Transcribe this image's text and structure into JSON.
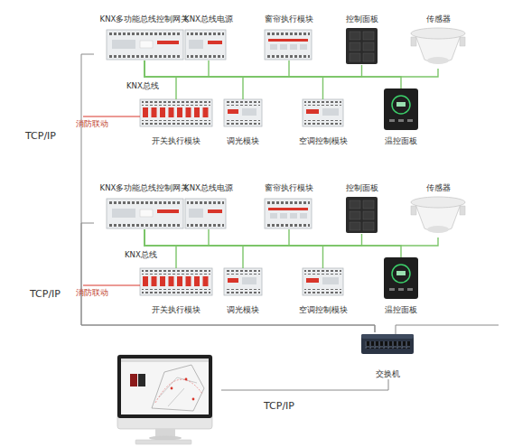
{
  "diagram": {
    "nodes": [
      {
        "text": [
          "KNX多功能总线控制网关"
        ]
      },
      {
        "text": [
          "KNX总线电源"
        ]
      },
      {
        "text": [
          "窗帘执行模块"
        ]
      },
      {
        "text": [
          "控制面板"
        ]
      },
      {
        "text": [
          "传感器"
        ]
      },
      {
        "text": [
          "开关执行模块"
        ]
      },
      {
        "text": [
          "调光模块"
        ]
      },
      {
        "text": [
          "空调控制模块"
        ]
      },
      {
        "text": [
          "温控面板"
        ]
      },
      {
        "text": [
          "KNX多功能总线控制网关"
        ]
      },
      {
        "text": [
          "KNX总线电源"
        ]
      },
      {
        "text": [
          "窗帘执行模块"
        ]
      },
      {
        "text": [
          "控制面板"
        ]
      },
      {
        "text": [
          "传感器"
        ]
      },
      {
        "text": [
          "开关执行模块"
        ]
      },
      {
        "text": [
          "调光模块"
        ]
      },
      {
        "text": [
          "空调控制模块"
        ]
      },
      {
        "text": [
          "温控面板"
        ]
      },
      {
        "text": [
          "交换机"
        ]
      }
    ],
    "edges": [
      {
        "from": 0,
        "to": 1,
        "arrow": "none"
      },
      {
        "from": 0,
        "to": 2,
        "arrow": "none"
      },
      {
        "from": 0,
        "to": 3,
        "arrow": "none"
      },
      {
        "from": 0,
        "to": 4,
        "arrow": "none"
      },
      {
        "from": 0,
        "to": 5,
        "arrow": "none"
      },
      {
        "from": 0,
        "to": 6,
        "arrow": "none"
      },
      {
        "from": 0,
        "to": 7,
        "arrow": "none"
      },
      {
        "from": 0,
        "to": 8,
        "arrow": "none"
      },
      {
        "from": 9,
        "to": 10,
        "arrow": "none"
      },
      {
        "from": 9,
        "to": 11,
        "arrow": "none"
      },
      {
        "from": 9,
        "to": 12,
        "arrow": "none"
      },
      {
        "from": 9,
        "to": 13,
        "arrow": "none"
      },
      {
        "from": 9,
        "to": 14,
        "arrow": "none"
      },
      {
        "from": 9,
        "to": 15,
        "arrow": "none"
      },
      {
        "from": 9,
        "to": 16,
        "arrow": "none"
      },
      {
        "from": 9,
        "to": 17,
        "arrow": "none"
      },
      {
        "from": 0,
        "to": 18,
        "label": "TCP/IP",
        "arrow": "none"
      },
      {
        "from": 9,
        "to": 18,
        "label": "TCP/IP",
        "arrow": "none"
      }
    ],
    "labels": [
      "KNX总线",
      "消防联动",
      "KNX总线",
      "消防联动",
      "TCP/IP"
    ]
  }
}
